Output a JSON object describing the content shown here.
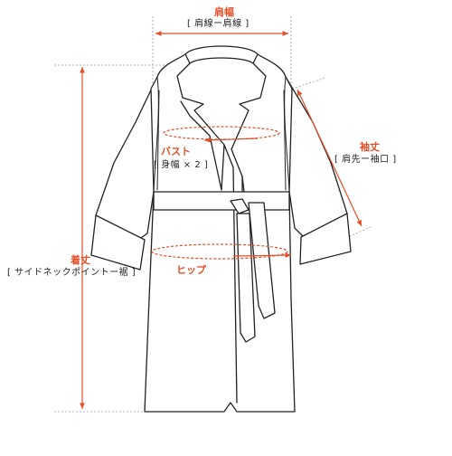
{
  "colors": {
    "accent": "#e2502a",
    "line": "#222222",
    "guide": "#9a9a9a"
  },
  "measurements": {
    "shoulder": {
      "label": "肩幅",
      "note": "[ 肩線ー肩線 ]"
    },
    "bust": {
      "label": "バスト",
      "note": "[ 身幅 × 2 ]"
    },
    "sleeve": {
      "label": "袖丈",
      "note": "[ 肩先ー袖口 ]"
    },
    "length": {
      "label": "着丈",
      "note": "[ サイドネックポイントー裾 ]"
    },
    "hip": {
      "label": "ヒップ",
      "note": ""
    }
  }
}
